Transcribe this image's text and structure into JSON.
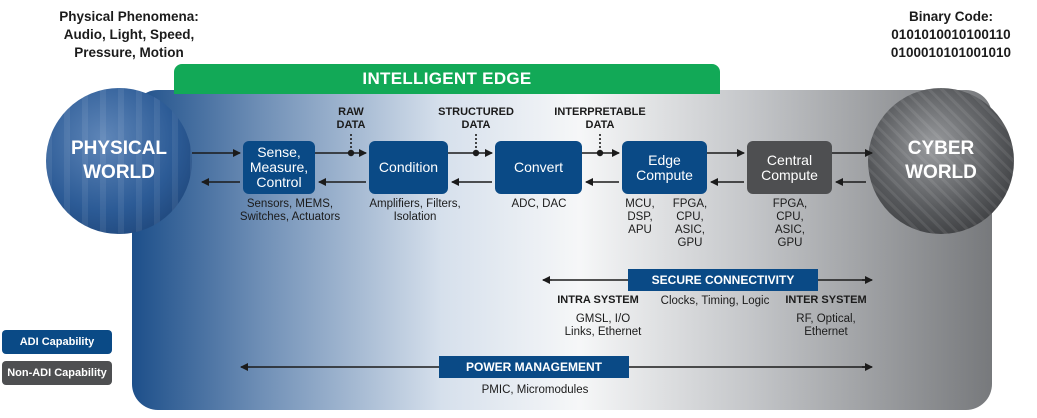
{
  "top_left": {
    "line1": "Physical Phenomena:",
    "line2": "Audio, Light, Speed,",
    "line3": "Pressure, Motion"
  },
  "top_right": {
    "line1": "Binary Code:",
    "line2": "0101010010100110",
    "line3": "0100010101001010"
  },
  "edge_banner": "INTELLIGENT EDGE",
  "physical_world": {
    "line1": "PHYSICAL",
    "line2": "WORLD"
  },
  "cyber_world": {
    "line1": "CYBER",
    "line2": "WORLD"
  },
  "data_labels": {
    "raw": {
      "line1": "RAW",
      "line2": "DATA"
    },
    "structured": {
      "line1": "STRUCTURED",
      "line2": "DATA"
    },
    "interpretable": {
      "line1": "INTERPRETABLE",
      "line2": "DATA"
    }
  },
  "blocks": {
    "sense": {
      "line1": "Sense,",
      "line2": "Measure,",
      "line3": "Control",
      "desc1": "Sensors,  MEMS,",
      "desc2": "Switches, Actuators"
    },
    "condition": {
      "label": "Condition",
      "desc1": "Amplifiers, Filters,",
      "desc2": "Isolation"
    },
    "convert": {
      "label": "Convert",
      "desc1": "ADC, DAC"
    },
    "edge_compute": {
      "line1": "Edge",
      "line2": "Compute",
      "col1": [
        "MCU,",
        "DSP,",
        "APU"
      ],
      "col2": [
        "FPGA,",
        "CPU,",
        "ASIC,",
        "GPU"
      ]
    },
    "central_compute": {
      "line1": "Central",
      "line2": "Compute",
      "col": [
        "FPGA,",
        "CPU,",
        "ASIC,",
        "GPU"
      ]
    }
  },
  "secure_connectivity": {
    "title": "SECURE CONNECTIVITY",
    "intra": {
      "title": "INTRA SYSTEM",
      "desc1": "GMSL, I/O",
      "desc2": "Links, Ethernet"
    },
    "center": "Clocks, Timing, Logic",
    "inter": {
      "title": "INTER SYSTEM",
      "desc1": "RF, Optical,",
      "desc2": "Ethernet"
    }
  },
  "power_management": {
    "title": "POWER MANAGEMENT",
    "desc": "PMIC, Micromodules"
  },
  "legend": {
    "adi": "ADI Capability",
    "non_adi": "Non-ADI Capability"
  },
  "colors": {
    "adi_blue": "#0a4a86",
    "non_adi_gray": "#4e4f51",
    "edge_green": "#12a957"
  }
}
